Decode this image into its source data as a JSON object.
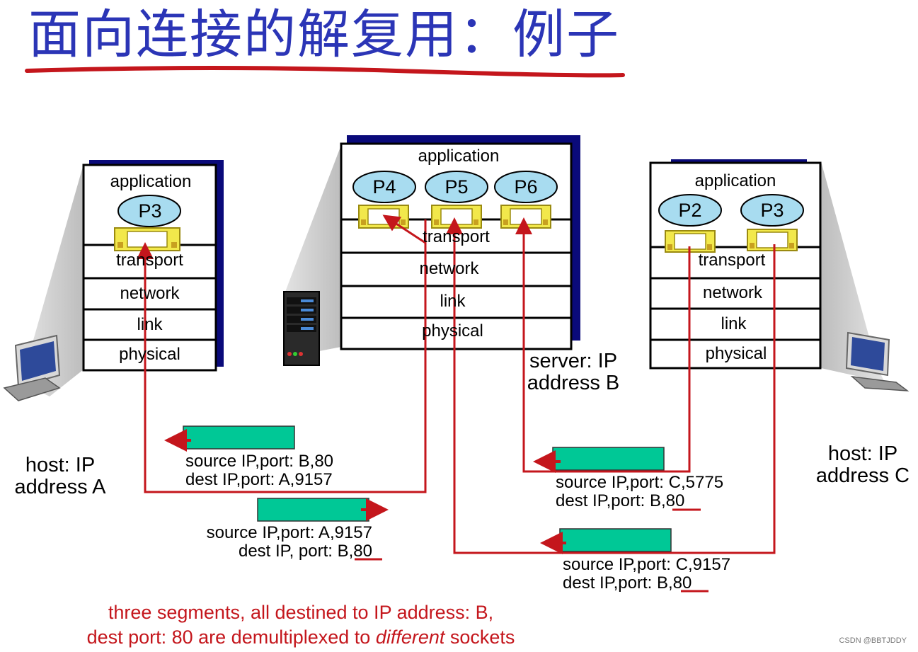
{
  "title": "面向连接的解复用：例子",
  "host_a": {
    "layers": {
      "application": "application",
      "transport": "transport",
      "network": "network",
      "link": "link",
      "physical": "physical"
    },
    "process": "P3",
    "label_line1": "host: IP",
    "label_line2": "address A"
  },
  "server_b": {
    "layers": {
      "application": "application",
      "transport": "transport",
      "network": "network",
      "link": "link",
      "physical": "physical"
    },
    "processes": [
      "P4",
      "P5",
      "P6"
    ],
    "label_line1": "server: IP",
    "label_line2": "address B"
  },
  "host_c": {
    "layers": {
      "application": "application",
      "transport": "transport",
      "network": "network",
      "link": "link",
      "physical": "physical"
    },
    "processes": [
      "P2",
      "P3"
    ],
    "label_line1": "host: IP",
    "label_line2": "address C"
  },
  "segments": [
    {
      "line1": "source IP,port: B,80",
      "line2": "dest IP,port: A,9157"
    },
    {
      "line1": "source IP,port: A,9157",
      "line2": "dest IP, port: B,80"
    },
    {
      "line1": "source IP,port: C,5775",
      "line2": "dest IP,port: B,80"
    },
    {
      "line1": "source IP,port: C,9157",
      "line2": "dest IP,port: B,80"
    }
  ],
  "caption": {
    "line1": "three segments, all destined to IP address: B,",
    "line2_before": "dest port: 80 are demultiplexed to ",
    "line2_emphasis": "different",
    "line2_after": " sockets"
  },
  "watermark": "CSDN @BBTJDDY",
  "colors": {
    "title": "#2b35b6",
    "arrow": "#c4161c",
    "segment": "#00c896",
    "socket": "#f2e84b",
    "shadow": "#0a0a7a",
    "process": "#a8dcf0"
  }
}
